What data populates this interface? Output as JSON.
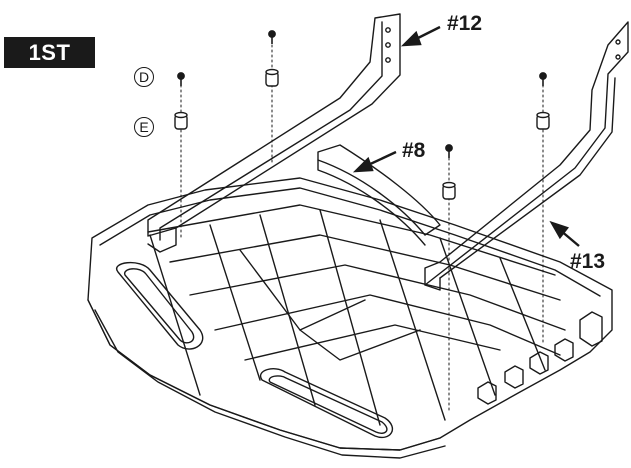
{
  "step": {
    "label": "1ST"
  },
  "hardware_labels": [
    {
      "id": "D",
      "text": "D"
    },
    {
      "id": "E",
      "text": "E"
    }
  ],
  "part_callouts": [
    {
      "id": "p12",
      "text": "#12"
    },
    {
      "id": "p8",
      "text": "#8"
    },
    {
      "id": "p13",
      "text": "#13"
    }
  ],
  "colors": {
    "ink": "#1a1a1a",
    "background": "#ffffff",
    "badge": "#1a1a1a"
  },
  "icons": [
    "bolt-icon",
    "washer-icon",
    "arrow-icon"
  ]
}
